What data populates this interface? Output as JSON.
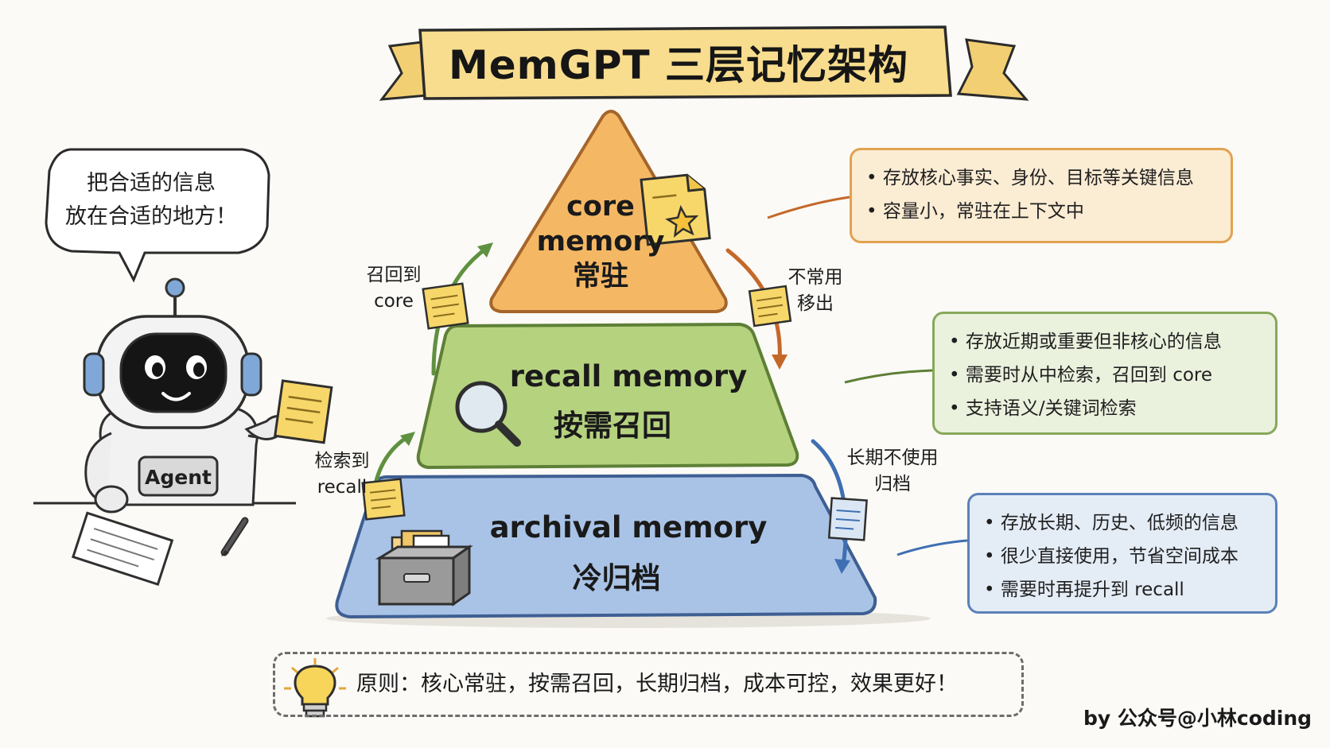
{
  "title": "MemGPT 三层记忆架构",
  "speech_bubble": [
    "把合适的信息",
    "放在合适的地方！"
  ],
  "agent_label": "Agent",
  "layers": {
    "core": {
      "title_line1": "core",
      "title_line2": "memory",
      "subtitle": "常驻",
      "color": "#f4b865"
    },
    "recall": {
      "title": "recall memory",
      "subtitle": "按需召回",
      "color": "#b5d27f"
    },
    "archival": {
      "title": "archival memory",
      "subtitle": "冷归档",
      "color": "#a9c3e6"
    }
  },
  "cards": {
    "core": [
      "存放核心事实、身份、目标等关键信息",
      "容量小，常驻在上下文中"
    ],
    "recall": [
      "存放近期或重要但非核心的信息",
      "需要时从中检索，召回到 core",
      "支持语义/关键词检索"
    ],
    "archival": [
      "存放长期、历史、低频的信息",
      "很少直接使用，节省空间成本",
      "需要时再提升到 recall"
    ]
  },
  "arrows": {
    "recall_to_core": [
      "召回到",
      "core"
    ],
    "core_to_recall": [
      "不常用",
      "移出"
    ],
    "archival_to_recall": [
      "检索到",
      "recall"
    ],
    "recall_to_archival": [
      "长期不使用",
      "归档"
    ]
  },
  "principle": "原则：核心常驻，按需召回，长期归档，成本可控，效果更好！",
  "credit": "by 公众号@小林coding",
  "colors": {
    "green_arrow": "#5f9140",
    "orange_arrow": "#c4682a",
    "blue_arrow": "#3f6fb3"
  }
}
